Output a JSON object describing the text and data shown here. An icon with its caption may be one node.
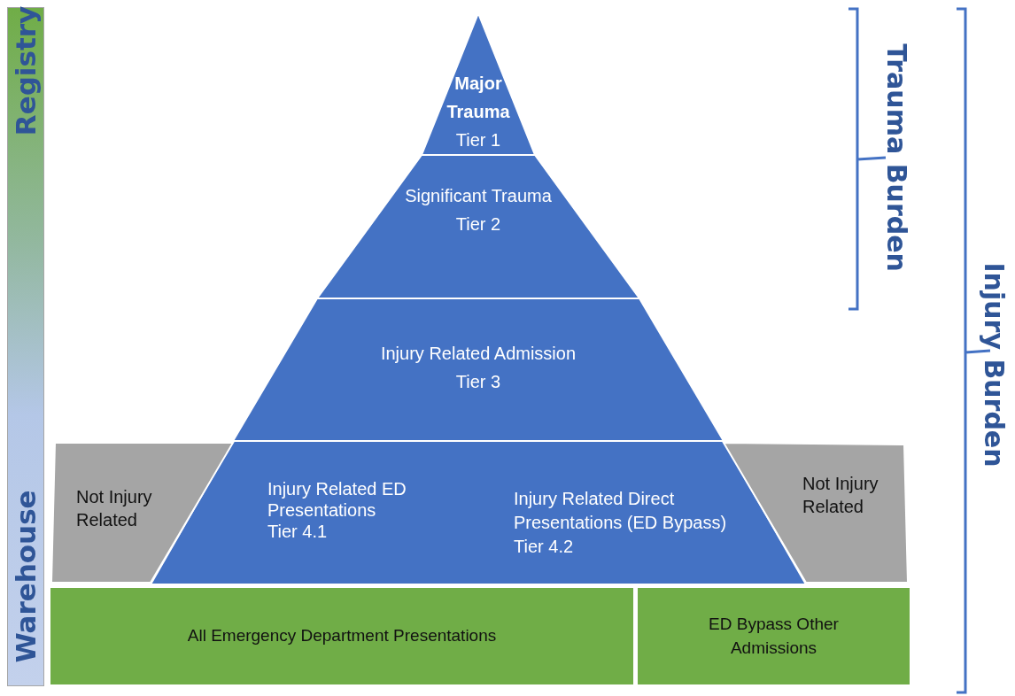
{
  "diagram": {
    "nodes": [
      {
        "text": [
          "Registry",
          "Warehouse"
        ]
      },
      {
        "text": [
          "Major Trauma",
          "Tier 1"
        ]
      },
      {
        "text": [
          "Significant Trauma",
          "Tier 2"
        ]
      },
      {
        "text": [
          "Injury Related Admission",
          "Tier 3"
        ]
      },
      {
        "text": [
          "Injury Related ED Presentations",
          "Tier 4.1",
          "Injury Related Direct Presentations (ED Bypass)",
          "Tier 4.2"
        ]
      },
      {
        "text": [
          "Not Injury Related"
        ]
      },
      {
        "text": [
          "Not Injury Related"
        ]
      },
      {
        "text": [
          "All Emergency Department Presentations"
        ]
      },
      {
        "text": [
          "ED Bypass Other Admissions"
        ]
      }
    ],
    "labels": [
      "Trauma Burden",
      "Injury Burden"
    ]
  }
}
